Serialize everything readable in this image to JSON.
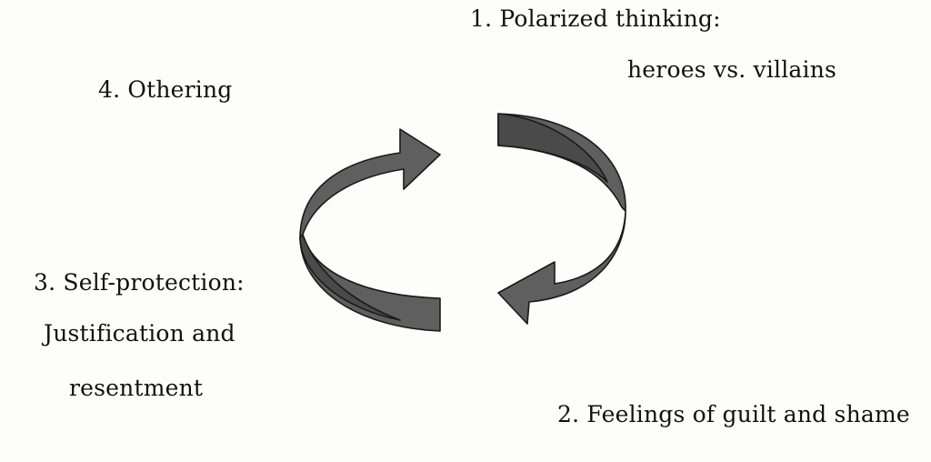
{
  "labels": {
    "step1_title": "1. Polarized thinking:",
    "step1_subtitle": "heroes vs. villains",
    "step2": "2. Feelings of guilt and shame",
    "step3_title": "3. Self-protection:",
    "step3_line2": "Justification and",
    "step3_line3": "resentment",
    "step4": "4. Othering"
  },
  "colors": {
    "arrow_fill": "#5f5f5f",
    "arrow_inner": "#4a4a4a",
    "outline": "#1a1a1a",
    "text": "#111111"
  }
}
